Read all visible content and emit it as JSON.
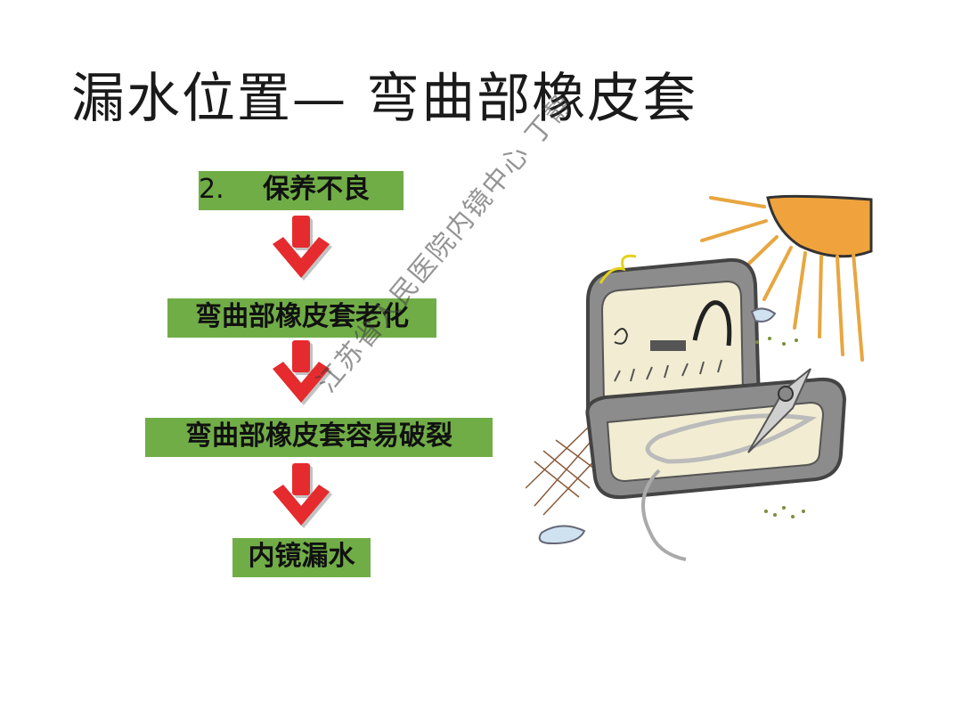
{
  "slide": {
    "title": "漏水位置— 弯曲部橡皮套"
  },
  "flow": {
    "step1_number": "2.",
    "step1_text": "保养不良",
    "step2_text": "弯曲部橡皮套老化",
    "step3_text": "弯曲部橡皮套容易破裂",
    "step4_text": "内镜漏水"
  },
  "watermark": {
    "text": "江苏省人民医院内镜中心  丁静"
  },
  "colors": {
    "box_green": "#71ad47",
    "arrow_red": "#e52b2e",
    "sun_orange": "#f0a33c"
  },
  "icons": {
    "arrow": "down-arrow-icon",
    "illustration": "endoscope-case-in-sun"
  }
}
